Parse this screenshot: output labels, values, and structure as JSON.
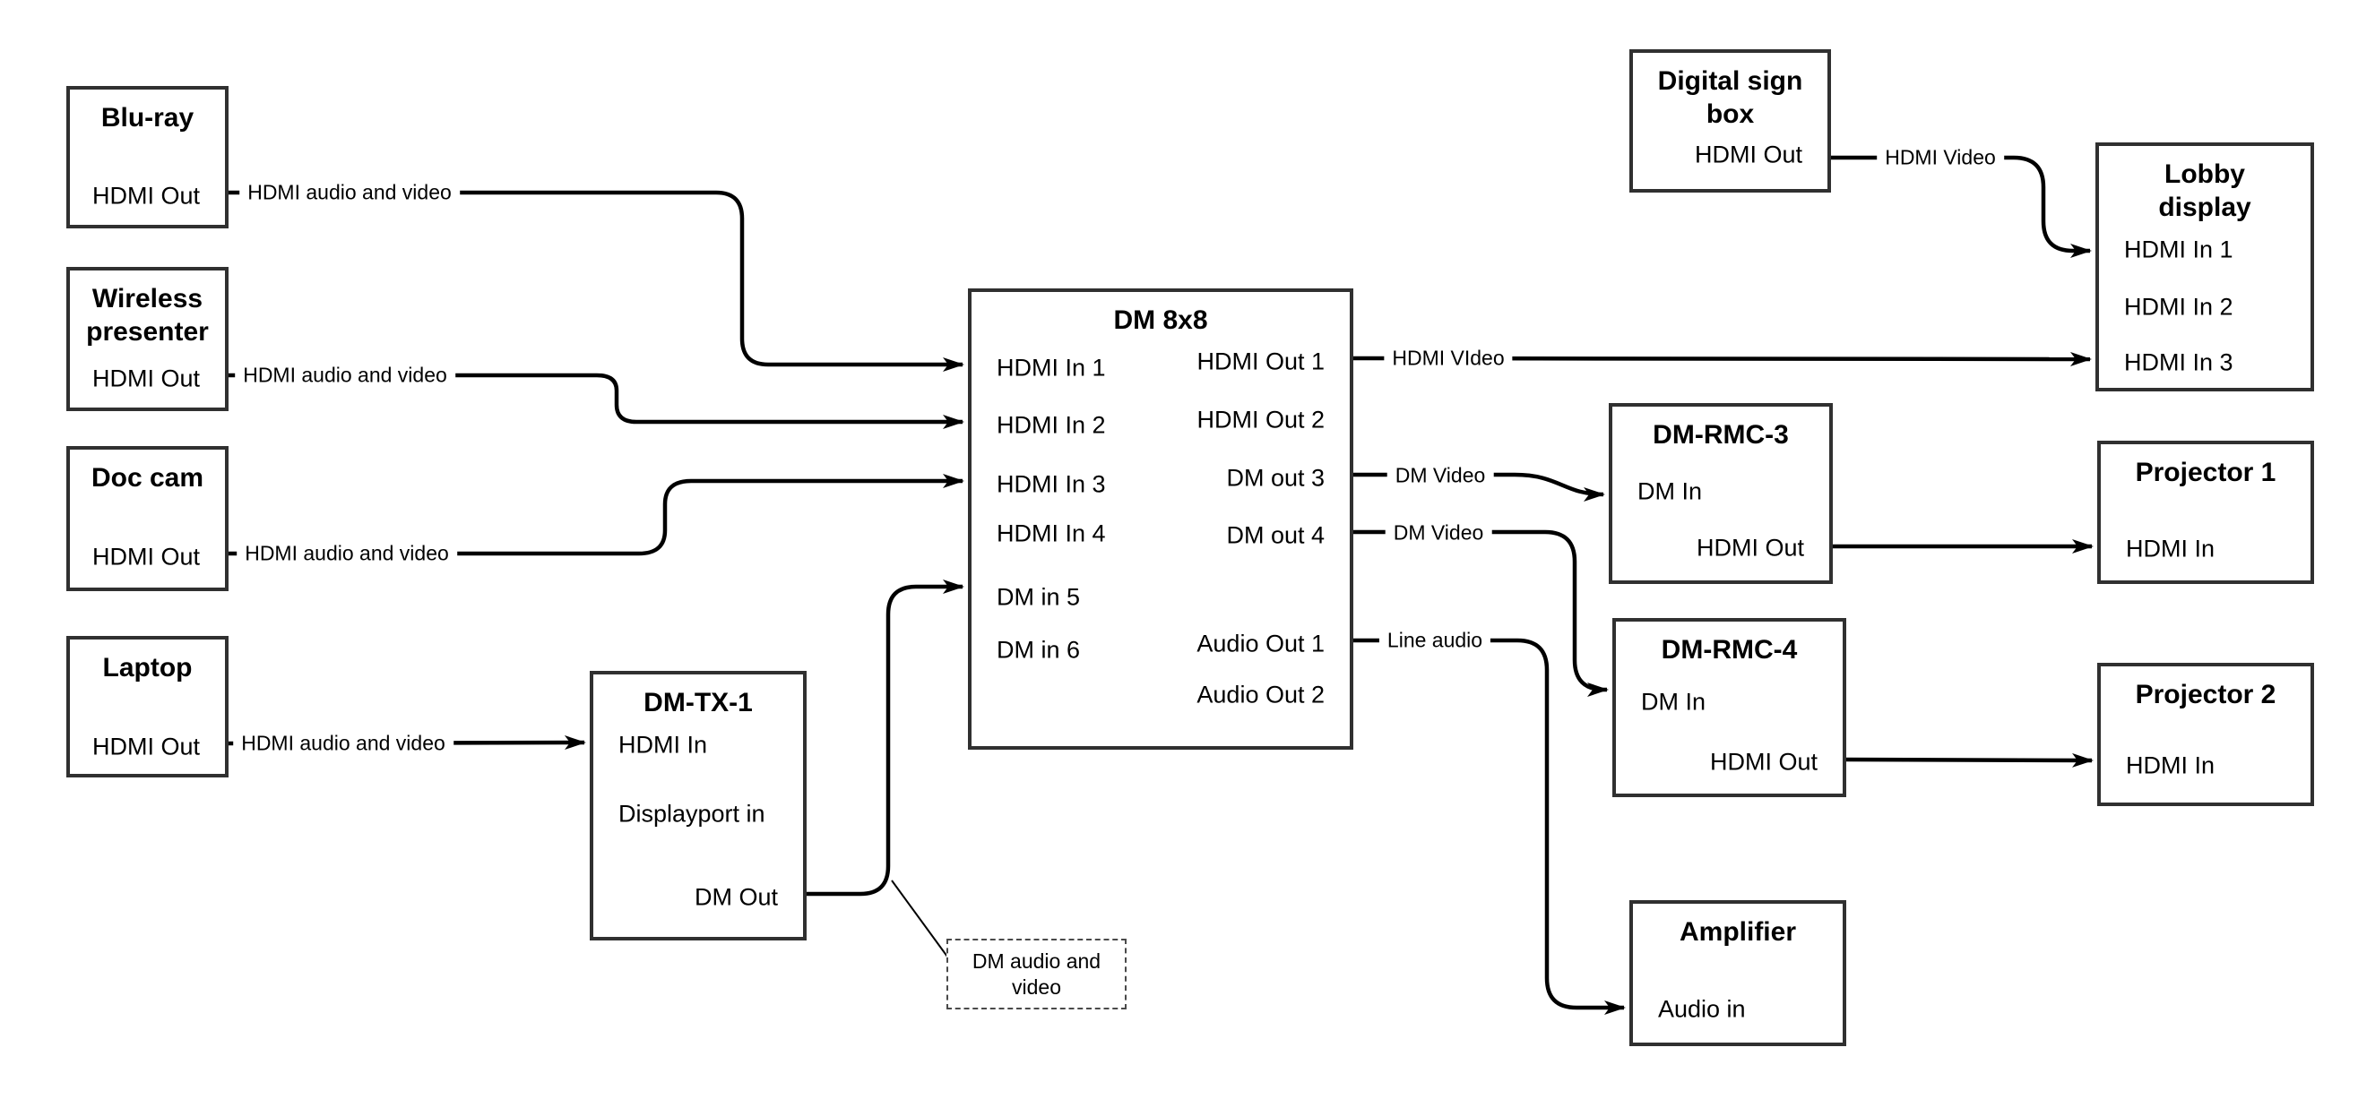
{
  "diagram": {
    "nodes": {
      "bluray": {
        "title": "Blu-ray",
        "ports": {
          "hdmi_out": "HDMI Out"
        }
      },
      "wireless": {
        "title": "Wireless presenter",
        "ports": {
          "hdmi_out": "HDMI Out"
        }
      },
      "doccam": {
        "title": "Doc cam",
        "ports": {
          "hdmi_out": "HDMI Out"
        }
      },
      "laptop": {
        "title": "Laptop",
        "ports": {
          "hdmi_out": "HDMI Out"
        }
      },
      "dmtx1": {
        "title": "DM-TX-1",
        "ports": {
          "hdmi_in": "HDMI In",
          "displayport_in": "Displayport in",
          "dm_out": "DM Out"
        }
      },
      "dm8x8": {
        "title": "DM 8x8",
        "ports": {
          "hdmi_in_1": "HDMI In 1",
          "hdmi_in_2": "HDMI In 2",
          "hdmi_in_3": "HDMI In 3",
          "hdmi_in_4": "HDMI In 4",
          "dm_in_5": "DM in 5",
          "dm_in_6": "DM in 6",
          "hdmi_out_1": "HDMI Out 1",
          "hdmi_out_2": "HDMI Out 2",
          "dm_out_3": "DM out 3",
          "dm_out_4": "DM out 4",
          "audio_out_1": "Audio Out 1",
          "audio_out_2": "Audio Out 2"
        }
      },
      "sign": {
        "title": "Digital sign box",
        "ports": {
          "hdmi_out": "HDMI Out"
        }
      },
      "lobby": {
        "title": "Lobby display",
        "ports": {
          "hdmi_in_1": "HDMI In 1",
          "hdmi_in_2": "HDMI In 2",
          "hdmi_in_3": "HDMI In 3"
        }
      },
      "rmc3": {
        "title": "DM-RMC-3",
        "ports": {
          "dm_in": "DM In",
          "hdmi_out": "HDMI Out"
        }
      },
      "rmc4": {
        "title": "DM-RMC-4",
        "ports": {
          "dm_in": "DM In",
          "hdmi_out": "HDMI Out"
        }
      },
      "proj1": {
        "title": "Projector 1",
        "ports": {
          "hdmi_in": "HDMI In"
        }
      },
      "proj2": {
        "title": "Projector 2",
        "ports": {
          "hdmi_in": "HDMI In"
        }
      },
      "amp": {
        "title": "Amplifier",
        "ports": {
          "audio_in": "Audio in"
        }
      }
    },
    "edge_labels": {
      "bluray_to_dm8x8": "HDMI audio and video",
      "wireless_to_dm8x8": "HDMI audio and video",
      "doccam_to_dm8x8": "HDMI audio and video",
      "laptop_to_dmtx1": "HDMI audio and video",
      "sign_to_lobby": "HDMI Video",
      "dm8x8_to_lobby": "HDMI VIdeo",
      "dm8x8_to_rmc3": "DM Video",
      "dm8x8_to_rmc4": "DM Video",
      "dm8x8_to_amp": "Line audio"
    },
    "edges": [
      {
        "from": "bluray.hdmi_out",
        "to": "dm8x8.hdmi_in_1",
        "label": "HDMI audio and video"
      },
      {
        "from": "wireless.hdmi_out",
        "to": "dm8x8.hdmi_in_2",
        "label": "HDMI audio and video"
      },
      {
        "from": "doccam.hdmi_out",
        "to": "dm8x8.hdmi_in_3",
        "label": "HDMI audio and video"
      },
      {
        "from": "laptop.hdmi_out",
        "to": "dmtx1.hdmi_in",
        "label": "HDMI audio and video"
      },
      {
        "from": "dmtx1.dm_out",
        "to": "dm8x8.dm_in_5",
        "label": ""
      },
      {
        "from": "sign.hdmi_out",
        "to": "lobby.hdmi_in_1",
        "label": "HDMI Video"
      },
      {
        "from": "dm8x8.hdmi_out_1",
        "to": "lobby.hdmi_in_3",
        "label": "HDMI VIdeo"
      },
      {
        "from": "dm8x8.dm_out_3",
        "to": "rmc3.dm_in",
        "label": "DM Video"
      },
      {
        "from": "dm8x8.dm_out_4",
        "to": "rmc4.dm_in",
        "label": "DM Video"
      },
      {
        "from": "dm8x8.audio_out_1",
        "to": "amp.audio_in",
        "label": "Line audio"
      },
      {
        "from": "rmc3.hdmi_out",
        "to": "proj1.hdmi_in",
        "label": ""
      },
      {
        "from": "rmc4.hdmi_out",
        "to": "proj2.hdmi_in",
        "label": ""
      }
    ],
    "callout": {
      "text": "DM audio and video"
    }
  }
}
